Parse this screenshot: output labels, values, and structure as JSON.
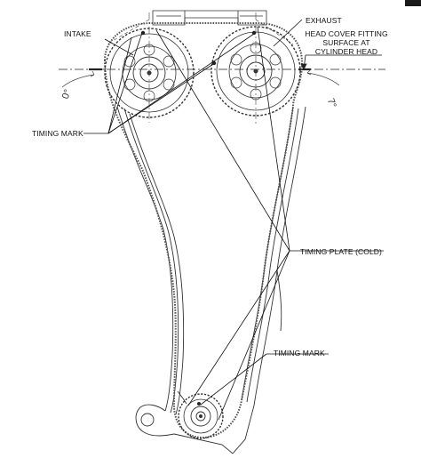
{
  "labels": {
    "intake": "INTAKE",
    "exhaust": "EXHAUST",
    "head_cover_line1": "HEAD COVER FITTING",
    "head_cover_line2": "SURFACE AT",
    "head_cover_line3": "CYLINDER HEAD",
    "timing_mark_left": "TIMING MARK",
    "timing_plate": "TIMING PLATE (COLD)",
    "timing_mark_bottom": "TIMING MARK"
  },
  "angles": {
    "left": "0°",
    "right": "7°"
  },
  "colors": {
    "line": "#222222",
    "leader": "#111111",
    "chain": "#555555"
  }
}
